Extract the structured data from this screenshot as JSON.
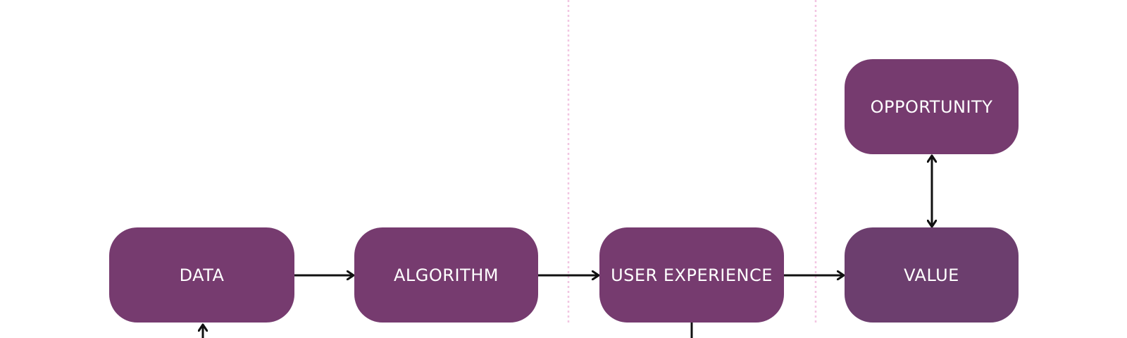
{
  "colors": {
    "box_default": "#763b6f",
    "box_value": "#6c3e6e",
    "arrow": "#111111",
    "divider": "#f2c6e2",
    "background": "#ffffff"
  },
  "nodes": {
    "data": "DATA",
    "algorithm": "ALGORITHM",
    "user_experience": "USER EXPERIENCE",
    "value": "VALUE",
    "opportunity": "OPPORTUNITY"
  },
  "edges": [
    {
      "from": "data",
      "to": "algorithm",
      "style": "one-way"
    },
    {
      "from": "algorithm",
      "to": "user_experience",
      "style": "one-way"
    },
    {
      "from": "user_experience",
      "to": "value",
      "style": "one-way"
    },
    {
      "from": "value",
      "to": "opportunity",
      "style": "two-way"
    },
    {
      "from": "external-below",
      "to": "data",
      "style": "one-way"
    },
    {
      "from": "user_experience",
      "to": "external-below",
      "style": "line"
    }
  ]
}
